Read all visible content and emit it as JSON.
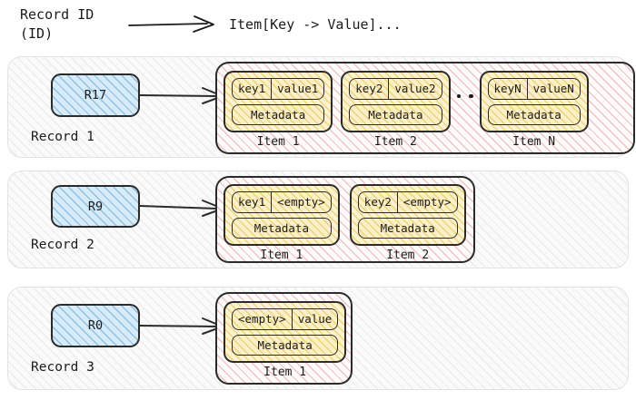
{
  "header": {
    "left_line1": "Record ID",
    "left_line2": "(ID)",
    "right": "Item[Key -> Value]...",
    "arrow_icon": "right-arrow-icon"
  },
  "meta_label": "Metadata",
  "colors": {
    "id_box_fill": "#d7ebf9",
    "id_box_hatch": "#569ed2",
    "items_wrap_fill": "#fdfbfb",
    "items_wrap_hatch": "#e07878",
    "item_card_fill": "#fdf3cf",
    "item_card_hatch": "#e2b946",
    "row_fill": "#fafafa",
    "row_hatch": "#b9c3cd",
    "stroke": "#2b2b2b"
  },
  "records": [
    {
      "id": "R17",
      "label": "Record 1",
      "has_ellipsis": true,
      "items": [
        {
          "label": "Item 1",
          "key": "key1",
          "value": "value1",
          "metadata": "Metadata"
        },
        {
          "label": "Item 2",
          "key": "key2",
          "value": "value2",
          "metadata": "Metadata"
        },
        {
          "label": "Item N",
          "key": "keyN",
          "value": "valueN",
          "metadata": "Metadata"
        }
      ]
    },
    {
      "id": "R9",
      "label": "Record 2",
      "has_ellipsis": false,
      "items": [
        {
          "label": "Item 1",
          "key": "key1",
          "value": "<empty>",
          "metadata": "Metadata"
        },
        {
          "label": "Item 2",
          "key": "key2",
          "value": "<empty>",
          "metadata": "Metadata"
        }
      ]
    },
    {
      "id": "R0",
      "label": "Record 3",
      "has_ellipsis": false,
      "items": [
        {
          "label": "Item 1",
          "key": "<empty>",
          "value": "value",
          "metadata": "Metadata"
        }
      ]
    }
  ]
}
